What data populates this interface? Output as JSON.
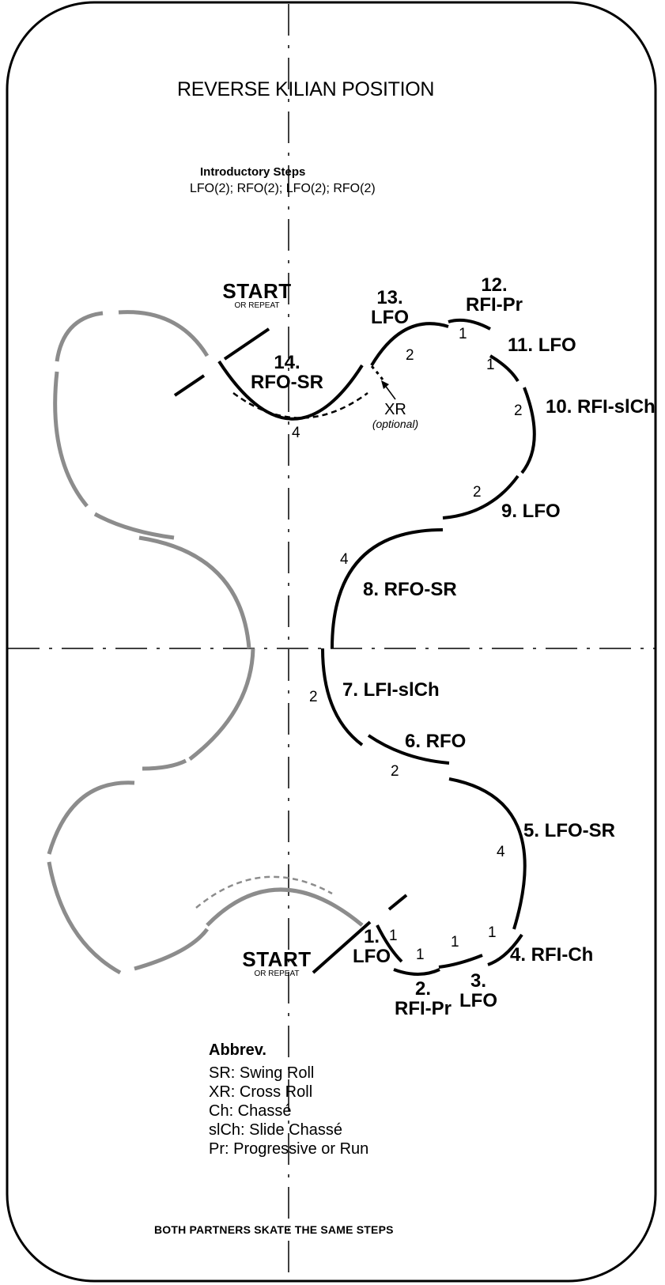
{
  "title": "REVERSE KILIAN POSITION",
  "introductory": {
    "heading": "Introductory Steps",
    "sequence": "LFO(2); RFO(2); LFO(2); RFO(2)"
  },
  "start_top": {
    "label": "START",
    "sub": "OR REPEAT"
  },
  "start_bottom": {
    "label": "START",
    "sub": "OR REPEAT"
  },
  "steps": {
    "s1": {
      "num": "1.",
      "edge": "LFO"
    },
    "s2": {
      "num": "2.",
      "edge": "RFI-Pr"
    },
    "s3": {
      "num": "3.",
      "edge": "LFO"
    },
    "s4": "4. RFI-Ch",
    "s5": "5. LFO-SR",
    "s6": "6. RFO",
    "s7": "7. LFI-slCh",
    "s8": "8. RFO-SR",
    "s9": "9. LFO",
    "s10": "10. RFI-slCh",
    "s11": "11. LFO",
    "s12": {
      "num": "12.",
      "edge": "RFI-Pr"
    },
    "s13": {
      "num": "13.",
      "edge": "LFO"
    },
    "s14": {
      "num": "14.",
      "edge": "RFO-SR"
    }
  },
  "beats": {
    "b1": "1",
    "b2": "1",
    "b3": "1",
    "b4": "1",
    "b5": "4",
    "b6": "2",
    "b7": "2",
    "b8": "4",
    "b9": "2",
    "b10": "2",
    "b11": "1",
    "b12": "1",
    "b13": "2",
    "b14": "4"
  },
  "cross_roll": {
    "label": "XR",
    "note": "(optional)"
  },
  "abbreviations": {
    "heading": "Abbrev.",
    "items": [
      "SR: Swing Roll",
      "XR: Cross Roll",
      "Ch: Chassé",
      "slCh: Slide Chassé",
      "Pr: Progressive or Run"
    ]
  },
  "footer": "BOTH PARTNERS SKATE THE SAME STEPS"
}
